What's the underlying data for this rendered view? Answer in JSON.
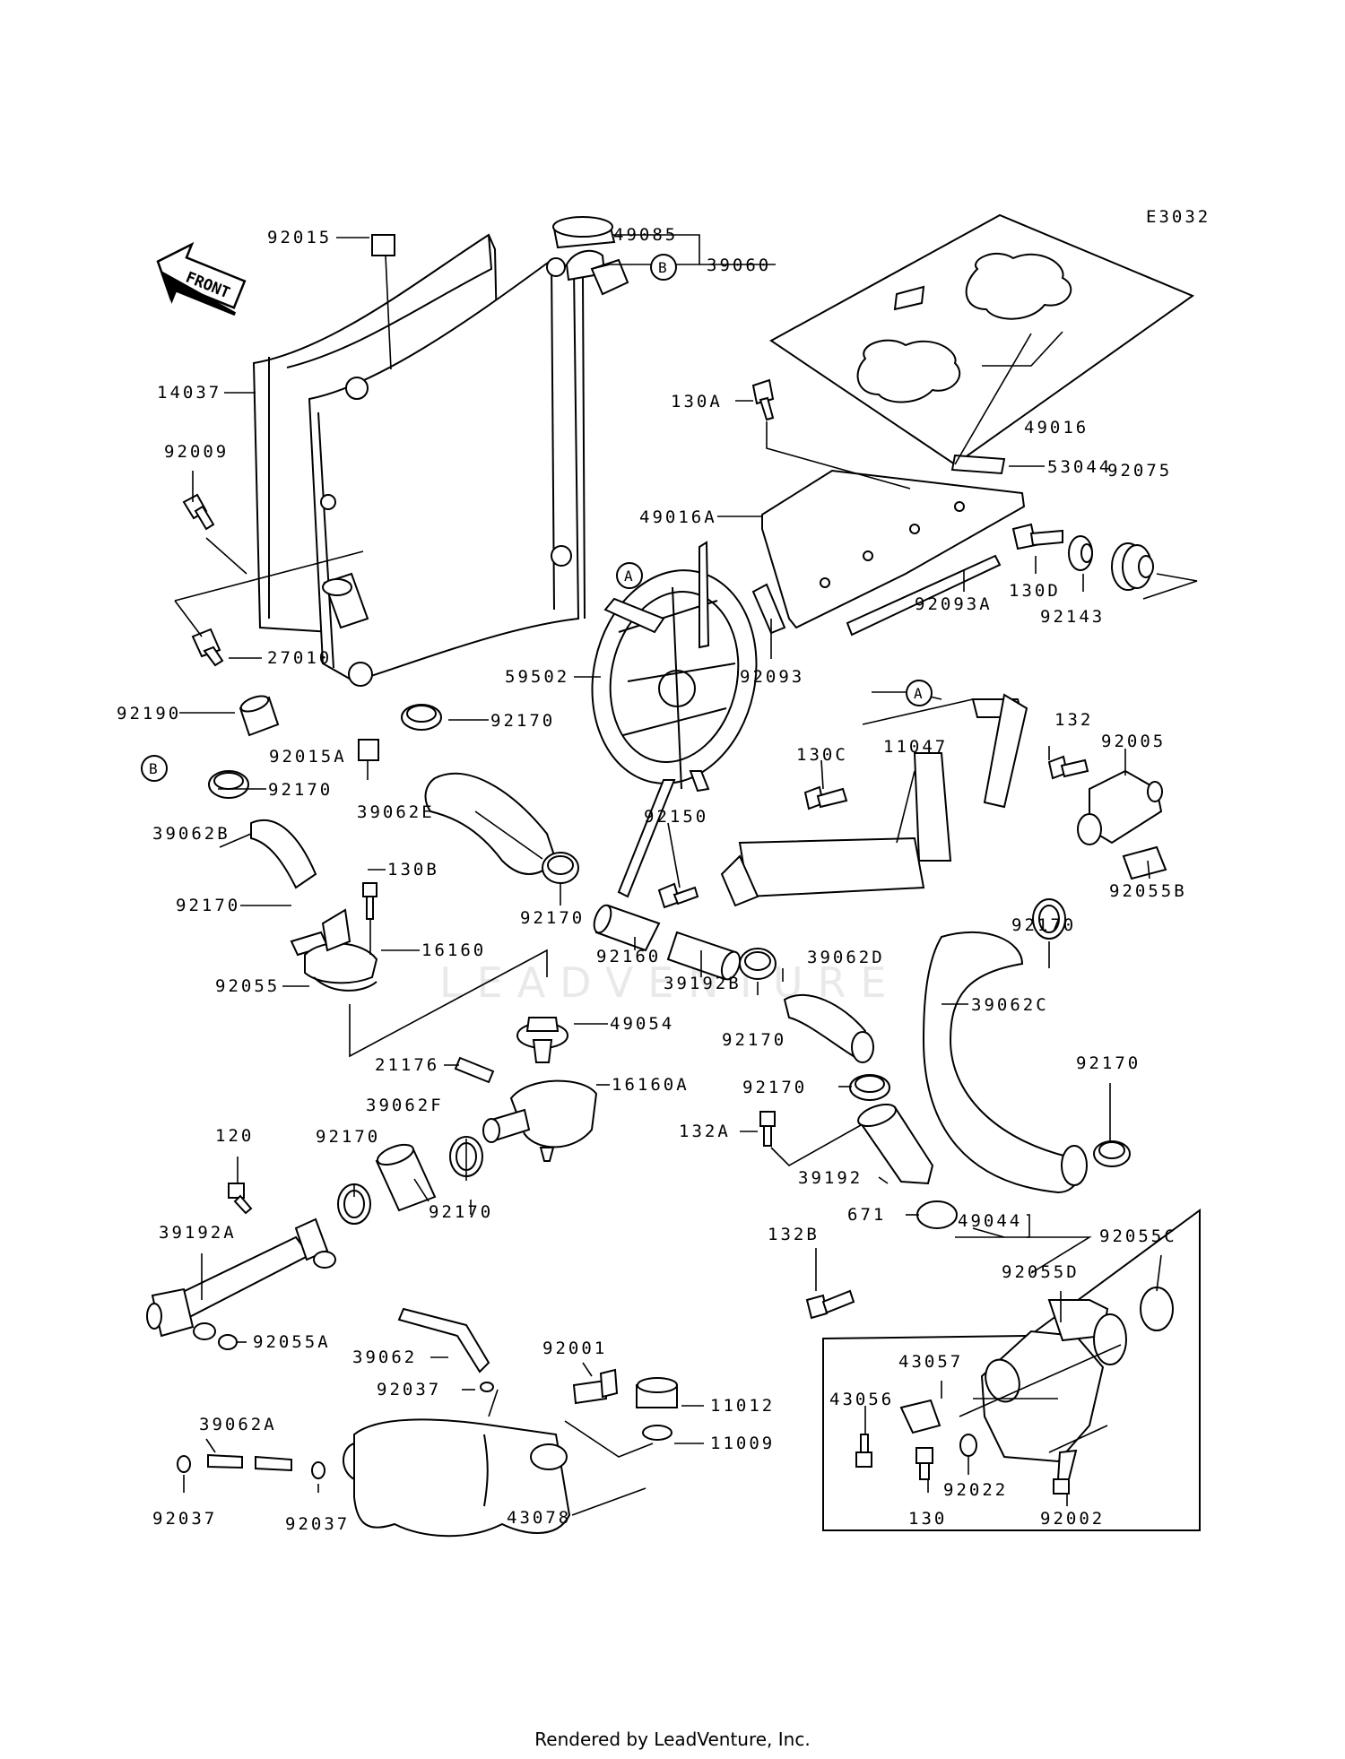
{
  "diagram_code": "E3032",
  "front_label": "FRONT",
  "watermark": "LEADVENTURE",
  "footer": "Rendered by LeadVenture, Inc.",
  "callouts": [
    {
      "id": "92015",
      "text": "92015"
    },
    {
      "id": "49085",
      "text": "49085"
    },
    {
      "id": "39060",
      "text": "39060"
    },
    {
      "id": "14037",
      "text": "14037"
    },
    {
      "id": "92009",
      "text": "92009"
    },
    {
      "id": "130A",
      "text": "130A"
    },
    {
      "id": "49016",
      "text": "49016"
    },
    {
      "id": "53044",
      "text": "53044"
    },
    {
      "id": "49016A",
      "text": "49016A"
    },
    {
      "id": "92075",
      "text": "92075"
    },
    {
      "id": "130D",
      "text": "130D"
    },
    {
      "id": "92143",
      "text": "92143"
    },
    {
      "id": "92093A",
      "text": "92093A"
    },
    {
      "id": "27010",
      "text": "27010"
    },
    {
      "id": "59502",
      "text": "59502"
    },
    {
      "id": "92093",
      "text": "92093"
    },
    {
      "id": "92190",
      "text": "92190"
    },
    {
      "id": "92170_a",
      "text": "92170"
    },
    {
      "id": "92015A",
      "text": "92015A"
    },
    {
      "id": "132",
      "text": "132"
    },
    {
      "id": "92005",
      "text": "92005"
    },
    {
      "id": "130C",
      "text": "130C"
    },
    {
      "id": "11047",
      "text": "11047"
    },
    {
      "id": "92170_b",
      "text": "92170"
    },
    {
      "id": "39062E",
      "text": "39062E"
    },
    {
      "id": "92150",
      "text": "92150"
    },
    {
      "id": "39062B",
      "text": "39062B"
    },
    {
      "id": "130B",
      "text": "130B"
    },
    {
      "id": "92055B",
      "text": "92055B"
    },
    {
      "id": "92170_c",
      "text": "92170"
    },
    {
      "id": "92170_d",
      "text": "92170"
    },
    {
      "id": "92170_e",
      "text": "92170"
    },
    {
      "id": "16160",
      "text": "16160"
    },
    {
      "id": "92160",
      "text": "92160"
    },
    {
      "id": "39192B",
      "text": "39192B"
    },
    {
      "id": "39062D",
      "text": "39062D"
    },
    {
      "id": "92055",
      "text": "92055"
    },
    {
      "id": "39062C",
      "text": "39062C"
    },
    {
      "id": "49054",
      "text": "49054"
    },
    {
      "id": "92170_f",
      "text": "92170"
    },
    {
      "id": "21176",
      "text": "21176"
    },
    {
      "id": "16160A",
      "text": "16160A"
    },
    {
      "id": "92170_g",
      "text": "92170"
    },
    {
      "id": "92170_h",
      "text": "92170"
    },
    {
      "id": "39062F",
      "text": "39062F"
    },
    {
      "id": "92170_i",
      "text": "92170"
    },
    {
      "id": "132A",
      "text": "132A"
    },
    {
      "id": "120",
      "text": "120"
    },
    {
      "id": "39192",
      "text": "39192"
    },
    {
      "id": "92170_j",
      "text": "92170"
    },
    {
      "id": "671",
      "text": "671"
    },
    {
      "id": "49044",
      "text": "49044"
    },
    {
      "id": "39192A",
      "text": "39192A"
    },
    {
      "id": "132B",
      "text": "132B"
    },
    {
      "id": "92055C",
      "text": "92055C"
    },
    {
      "id": "92055D",
      "text": "92055D"
    },
    {
      "id": "92055A",
      "text": "92055A"
    },
    {
      "id": "39062",
      "text": "39062"
    },
    {
      "id": "92001",
      "text": "92001"
    },
    {
      "id": "43057",
      "text": "43057"
    },
    {
      "id": "92037_a",
      "text": "92037"
    },
    {
      "id": "11012",
      "text": "11012"
    },
    {
      "id": "43056",
      "text": "43056"
    },
    {
      "id": "39062A",
      "text": "39062A"
    },
    {
      "id": "11009",
      "text": "11009"
    },
    {
      "id": "92022",
      "text": "92022"
    },
    {
      "id": "92037_b",
      "text": "92037"
    },
    {
      "id": "92037_c",
      "text": "92037"
    },
    {
      "id": "43078",
      "text": "43078"
    },
    {
      "id": "130",
      "text": "130"
    },
    {
      "id": "92002",
      "text": "92002"
    }
  ],
  "ref_markers": [
    {
      "id": "B_top",
      "text": "B"
    },
    {
      "id": "A_radiator",
      "text": "A"
    },
    {
      "id": "A_bracket",
      "text": "A"
    },
    {
      "id": "B_left",
      "text": "B"
    }
  ]
}
